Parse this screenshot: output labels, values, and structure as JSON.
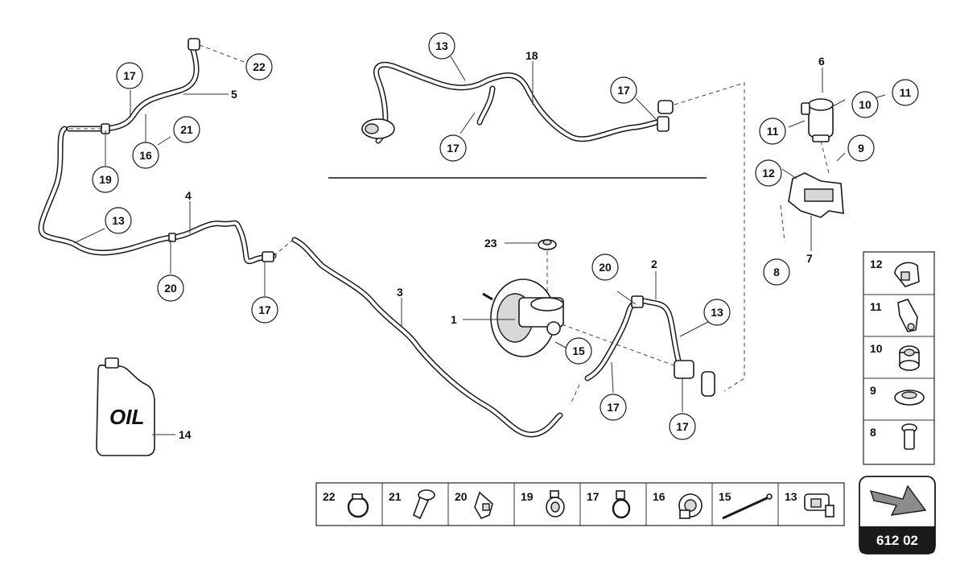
{
  "callouts": {
    "c1": "1",
    "c2": "2",
    "c3": "3",
    "c4": "4",
    "c5": "5",
    "c6": "6",
    "c7": "7",
    "c8": "8",
    "c9": "9",
    "c10": "10",
    "c11a": "11",
    "c11b": "11",
    "c12": "12",
    "c13a": "13",
    "c13b": "13",
    "c13c": "13",
    "c14": "14",
    "c15": "15",
    "c16": "16",
    "c17a": "17",
    "c17b": "17",
    "c17c": "17",
    "c17d": "17",
    "c17e": "17",
    "c17f": "17",
    "c18": "18",
    "c19": "19",
    "c20a": "20",
    "c20b": "20",
    "c21": "21",
    "c22": "22",
    "c23": "23"
  },
  "oil_label": "OIL",
  "side_legend": [
    "12",
    "11",
    "10",
    "9",
    "8"
  ],
  "bottom_legend": [
    "22",
    "21",
    "20",
    "19",
    "17",
    "16",
    "15",
    "13"
  ],
  "page_number": "612 02",
  "colors": {
    "line": "#1a1a1a",
    "page_badge": "#1a1a1a",
    "arrow_fill": "#8c8c8c"
  },
  "icons": [
    "next-page-arrow-icon",
    "oil-bottle-icon"
  ]
}
